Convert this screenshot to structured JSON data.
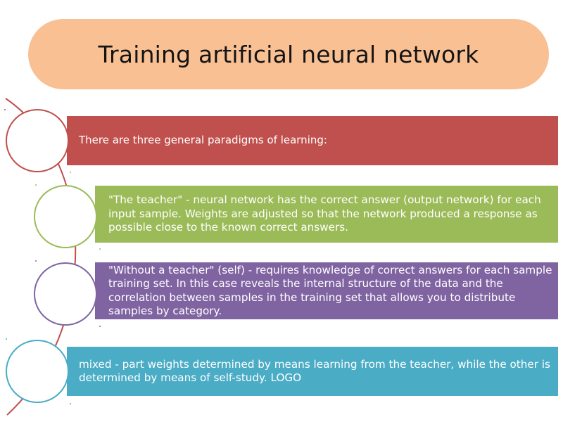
{
  "title": "Training artificial neural network",
  "items": [
    {
      "text": "There are three general paradigms of learning:",
      "color": "#c0504d"
    },
    {
      "text": "\"The teacher\" - neural network has the correct answer (output network) for each input sample. Weights are adjusted so that the network produced a response as possible close to the known correct answers.",
      "color": "#9bbb59"
    },
    {
      "text": "\"Without a teacher\" (self) - requires knowledge of correct answers for each sample training set. In this case reveals the internal structure of the data and the correlation between samples in the training set that allows you to distribute samples by category.",
      "color": "#8064a2"
    },
    {
      "text": "mixed - part weights determined by means learning from the teacher, while the other is determined by means of self-study. LOGO",
      "color": "#4bacc6"
    }
  ],
  "colors": {
    "title_background": "#f9c093",
    "connector_arc": "#c0504d"
  }
}
